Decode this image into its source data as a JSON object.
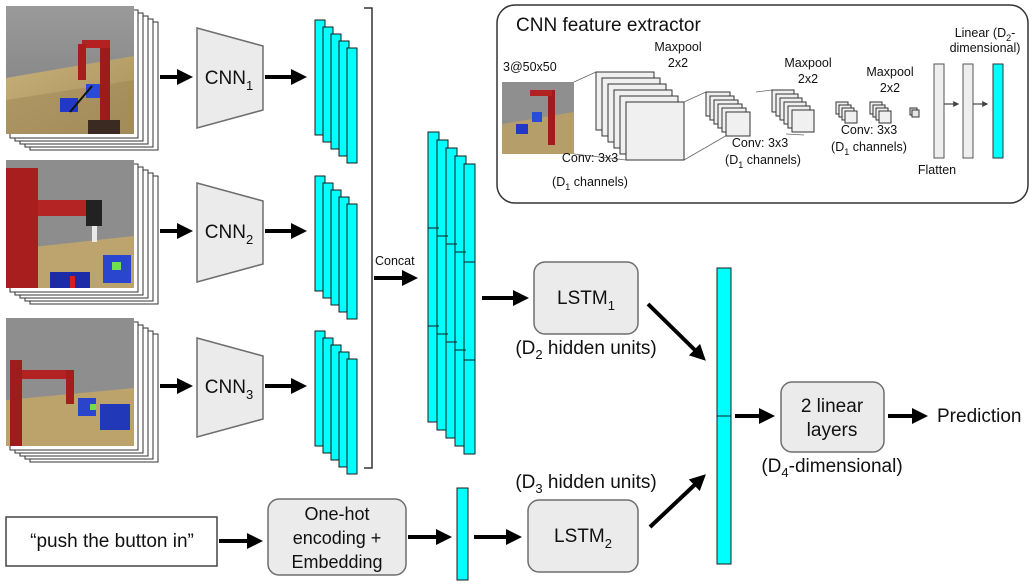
{
  "diagram": {
    "cnn1": {
      "name": "CNN",
      "sub": "1"
    },
    "cnn2": {
      "name": "CNN",
      "sub": "2"
    },
    "cnn3": {
      "name": "CNN",
      "sub": "3"
    },
    "concat_label": "Concat",
    "lstm1": {
      "name": "LSTM",
      "sub": "1"
    },
    "lstm1_units": {
      "pre": "(D",
      "sub": "2",
      "post": " hidden units)"
    },
    "lstm2": {
      "name": "LSTM",
      "sub": "2"
    },
    "lstm2_units": {
      "pre": "(D",
      "sub": "3",
      "post": " hidden units)"
    },
    "linear_box": {
      "line1": "2 linear",
      "line2": "layers"
    },
    "linear_dim": {
      "pre": "(D",
      "sub": "4",
      "post": "-dimensional)"
    },
    "prediction": "Prediction",
    "text_input": "“push the button in”",
    "encoding_box": {
      "line1": "One-hot",
      "line2": "encoding +",
      "line3": "Embedding"
    }
  },
  "extractor": {
    "title": "CNN feature extractor",
    "input_label": "3@50x50",
    "maxpool1": {
      "line1": "Maxpool",
      "line2": "2x2"
    },
    "maxpool2": {
      "line1": "Maxpool",
      "line2": "2x2"
    },
    "maxpool3": {
      "line1": "Maxpool",
      "line2": "2x2"
    },
    "conv1": {
      "line1": "Conv: 3x3",
      "pre": "(D",
      "sub": "1",
      "post": " channels)"
    },
    "conv2": {
      "line1": "Conv: 3x3",
      "pre": "(D",
      "sub": "1",
      "post": " channels)"
    },
    "conv3": {
      "line1": "Conv: 3x3",
      "pre": "(D",
      "sub": "1",
      "post": " channels)"
    },
    "flatten": "Flatten",
    "linear": {
      "line1": "Linear (D",
      "sub": "2",
      "line1_post": "-",
      "line2": "dimensional)"
    }
  },
  "colors": {
    "feature": "#00ffff",
    "box_fill": "#ebebeb",
    "box_stroke": "#6e6e6e",
    "arrow": "#000000"
  }
}
